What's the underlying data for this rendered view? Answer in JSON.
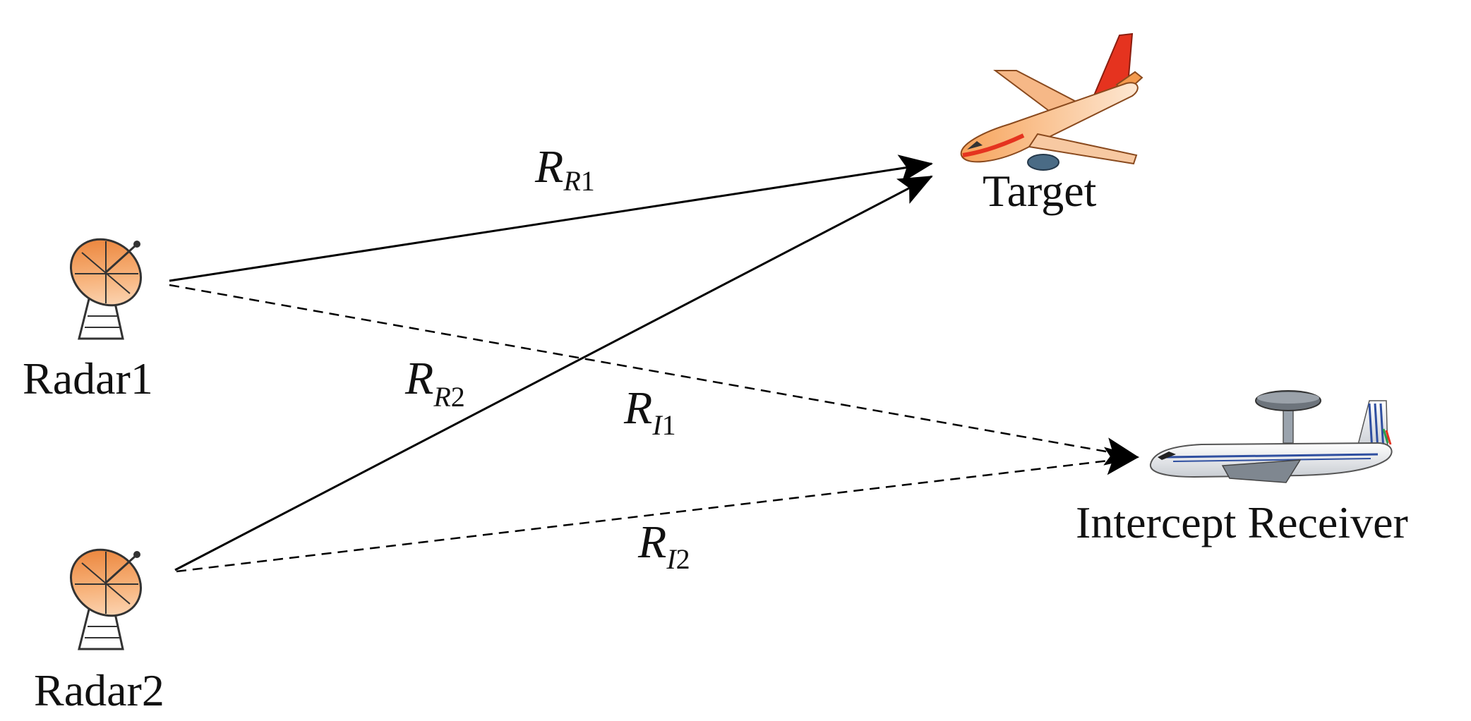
{
  "nodes": {
    "radar1": {
      "label": "Radar1",
      "icon": "radar-dish-icon"
    },
    "radar2": {
      "label": "Radar2",
      "icon": "radar-dish-icon"
    },
    "target": {
      "label": "Target",
      "icon": "airliner-icon"
    },
    "receiver": {
      "label": "Intercept Receiver",
      "icon": "awacs-aircraft-icon"
    }
  },
  "edges": {
    "rr1": {
      "symbol": "R",
      "sub_letter": "R",
      "sub_num": "1",
      "style": "solid"
    },
    "rr2": {
      "symbol": "R",
      "sub_letter": "R",
      "sub_num": "2",
      "style": "solid"
    },
    "ri1": {
      "symbol": "R",
      "sub_letter": "I",
      "sub_num": "1",
      "style": "dashed"
    },
    "ri2": {
      "symbol": "R",
      "sub_letter": "I",
      "sub_num": "2",
      "style": "dashed"
    }
  },
  "colors": {
    "dish_orange": "#F39A4E",
    "dish_light": "#FDE3CB",
    "target_red": "#E5331F",
    "target_body": "#FBD6B0",
    "receiver_stripe": "#2F4FA0",
    "line": "#000000"
  }
}
